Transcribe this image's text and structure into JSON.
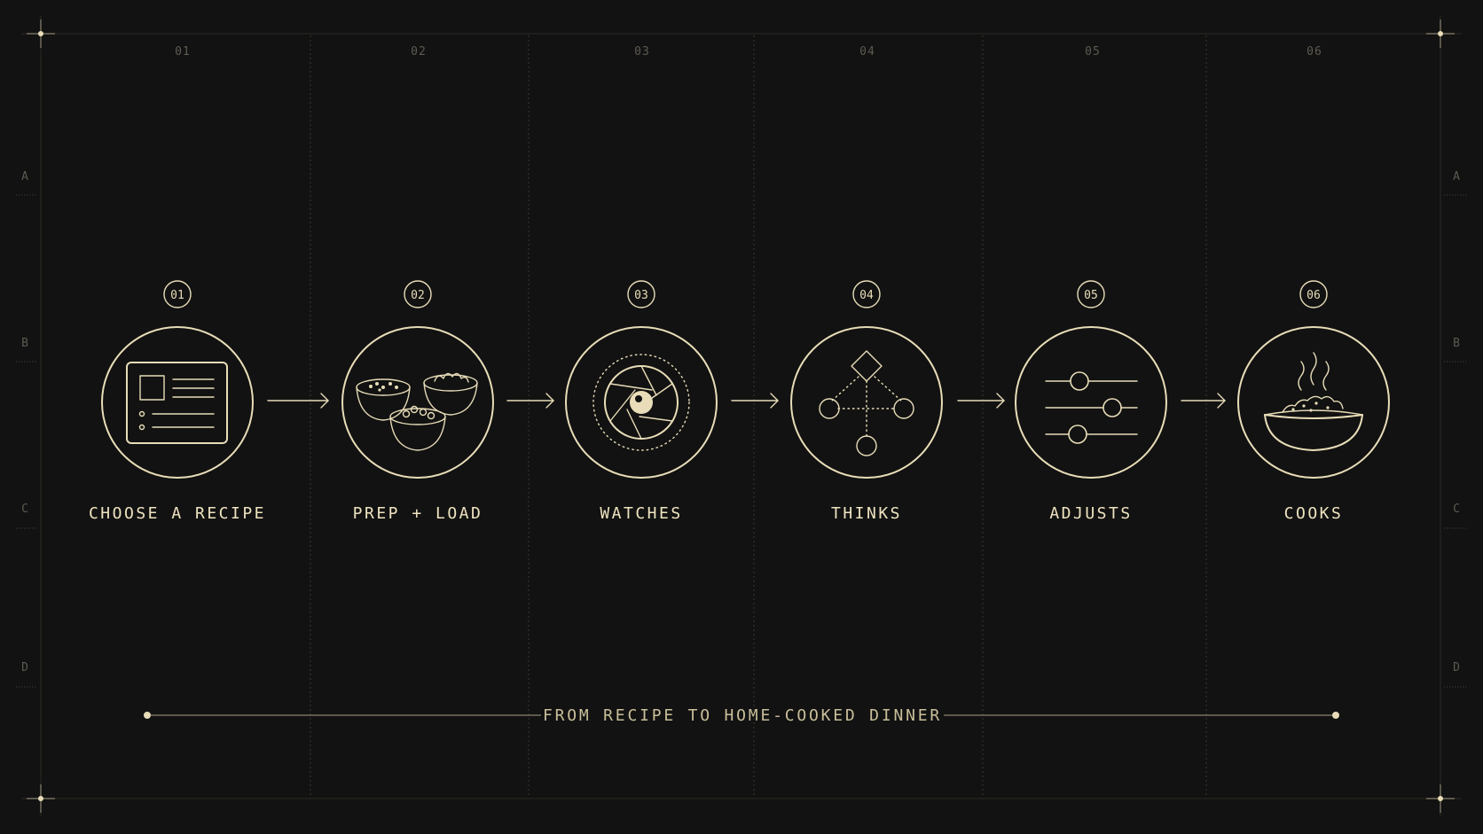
{
  "columns": [
    "01",
    "02",
    "03",
    "04",
    "05",
    "06"
  ],
  "rows": [
    "A",
    "B",
    "C",
    "D"
  ],
  "steps": [
    {
      "badge": "01",
      "label": "CHOOSE A RECIPE",
      "icon": "recipe-card-icon"
    },
    {
      "badge": "02",
      "label": "PREP + LOAD",
      "icon": "ingredient-bowls-icon"
    },
    {
      "badge": "03",
      "label": "WATCHES",
      "icon": "camera-aperture-icon"
    },
    {
      "badge": "04",
      "label": "THINKS",
      "icon": "decision-tree-icon"
    },
    {
      "badge": "05",
      "label": "ADJUSTS",
      "icon": "sliders-icon"
    },
    {
      "badge": "06",
      "label": "COOKS",
      "icon": "steaming-bowl-icon"
    }
  ],
  "caption": "FROM RECIPE TO HOME-COOKED DINNER",
  "colors": {
    "background": "#121212",
    "ink": "#e8ddb8",
    "grid": "#2a2924",
    "muted": "#5c5a50"
  }
}
